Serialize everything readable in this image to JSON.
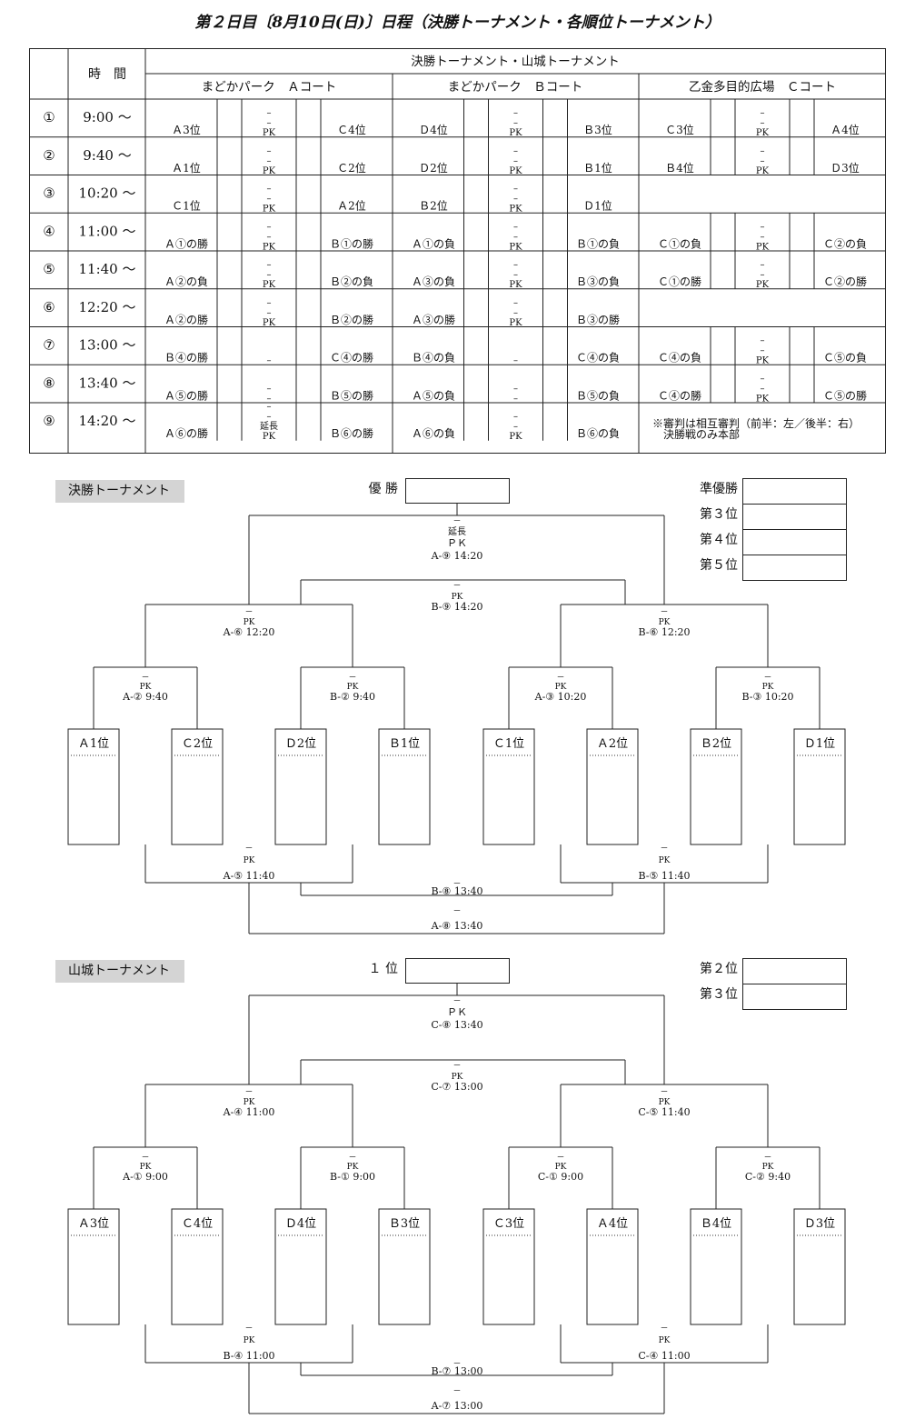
{
  "title": "第２日目〔8月10日(日)〕日程（決勝トーナメント・各順位トーナメント）",
  "schedule": {
    "header": {
      "time_label": "時　間",
      "group_label": "決勝トーナメント・山城トーナメント",
      "courts": [
        "まどかパーク　Ａコート",
        "まどかパーク　Ｂコート",
        "乙金多目的広場　Ｃコート"
      ]
    },
    "rows": [
      {
        "no": "①",
        "time": "9:00 ～",
        "matches": [
          {
            "l": "Ａ3位",
            "r": "Ｃ4位",
            "dash": 2,
            "mid": "PK"
          },
          {
            "l": "Ｄ4位",
            "r": "Ｂ3位",
            "dash": 2,
            "mid": "PK"
          },
          {
            "l": "Ｃ3位",
            "r": "Ａ4位",
            "dash": 2,
            "mid": "PK"
          }
        ]
      },
      {
        "no": "②",
        "time": "9:40 ～",
        "matches": [
          {
            "l": "Ａ1位",
            "r": "Ｃ2位",
            "dash": 2,
            "mid": "PK"
          },
          {
            "l": "Ｄ2位",
            "r": "Ｂ1位",
            "dash": 2,
            "mid": "PK"
          },
          {
            "l": "Ｂ4位",
            "r": "Ｄ3位",
            "dash": 2,
            "mid": "PK"
          }
        ]
      },
      {
        "no": "③",
        "time": "10:20 ～",
        "matches": [
          {
            "l": "Ｃ1位",
            "r": "Ａ2位",
            "dash": 2,
            "mid": "PK"
          },
          {
            "l": "Ｂ2位",
            "r": "Ｄ1位",
            "dash": 2,
            "mid": "PK"
          },
          null
        ]
      },
      {
        "no": "④",
        "time": "11:00 ～",
        "matches": [
          {
            "l": "Ａ①の勝",
            "r": "Ｂ①の勝",
            "dash": 2,
            "mid": "PK"
          },
          {
            "l": "Ａ①の負",
            "r": "Ｂ①の負",
            "dash": 2,
            "mid": "PK"
          },
          {
            "l": "Ｃ①の負",
            "r": "Ｃ②の負",
            "dash": 2,
            "mid": "PK"
          }
        ]
      },
      {
        "no": "⑤",
        "time": "11:40 ～",
        "matches": [
          {
            "l": "Ａ②の負",
            "r": "Ｂ②の負",
            "dash": 2,
            "mid": "PK"
          },
          {
            "l": "Ａ③の負",
            "r": "Ｂ③の負",
            "dash": 2,
            "mid": "PK"
          },
          {
            "l": "Ｃ①の勝",
            "r": "Ｃ②の勝",
            "dash": 2,
            "mid": "PK"
          }
        ]
      },
      {
        "no": "⑥",
        "time": "12:20 ～",
        "matches": [
          {
            "l": "Ａ②の勝",
            "r": "Ｂ②の勝",
            "dash": 2,
            "mid": "PK"
          },
          {
            "l": "Ａ③の勝",
            "r": "Ｂ③の勝",
            "dash": 2,
            "mid": "PK"
          },
          null
        ]
      },
      {
        "no": "⑦",
        "time": "13:00 ～",
        "matches": [
          {
            "l": "Ｂ④の勝",
            "r": "Ｃ④の勝",
            "dash": 1,
            "mid": ""
          },
          {
            "l": "Ｂ④の負",
            "r": "Ｃ④の負",
            "dash": 1,
            "mid": ""
          },
          {
            "l": "Ｃ④の負",
            "r": "Ｃ⑤の負",
            "dash": 2,
            "mid": "PK"
          }
        ]
      },
      {
        "no": "⑧",
        "time": "13:40 ～",
        "matches": [
          {
            "l": "Ａ⑤の勝",
            "r": "Ｂ⑤の勝",
            "dash": 2,
            "mid": ""
          },
          {
            "l": "Ａ⑤の負",
            "r": "Ｂ⑤の負",
            "dash": 2,
            "mid": ""
          },
          {
            "l": "Ｃ④の勝",
            "r": "Ｃ⑤の勝",
            "dash": 2,
            "mid": "PK"
          }
        ]
      },
      {
        "no": "⑨",
        "time": "14:20 ～",
        "matches": [
          {
            "l": "Ａ⑥の勝",
            "r": "Ｂ⑥の勝",
            "dash": 2,
            "mid": "延長\nPK"
          },
          {
            "l": "Ａ⑥の負",
            "r": "Ｂ⑥の負",
            "dash": 2,
            "mid": "PK"
          },
          null
        ]
      }
    ],
    "note": [
      "※審判は相互審判（前半：左／後半：右）",
      "決勝戦のみ本部"
    ]
  },
  "brackets": [
    {
      "label": "決勝トーナメント",
      "champion_label": "優 勝",
      "ranks": [
        "準優勝",
        "第３位",
        "第４位",
        "第５位"
      ],
      "teams": [
        "Ａ1位",
        "Ｃ2位",
        "Ｄ2位",
        "Ｂ1位",
        "Ｃ1位",
        "Ａ2位",
        "Ｂ2位",
        "Ｄ1位"
      ],
      "r1": [
        {
          "dash": "－",
          "pk": "PK",
          "code": "A-② 9:40"
        },
        {
          "dash": "－",
          "pk": "PK",
          "code": "B-② 9:40"
        },
        {
          "dash": "－",
          "pk": "PK",
          "code": "A-③ 10:20"
        },
        {
          "dash": "－",
          "pk": "PK",
          "code": "B-③ 10:20"
        }
      ],
      "sf": [
        {
          "dash": "－",
          "pk": "PK",
          "code": "A-⑥ 12:20"
        },
        {
          "dash": "－",
          "pk": "PK",
          "code": "B-⑥ 12:20"
        }
      ],
      "third": {
        "dash": "－",
        "pk": "PK",
        "code": "B-⑨ 14:20"
      },
      "final": {
        "dash": "－",
        "ext": "延長",
        "pk": "ＰＫ",
        "code": "A-⑨ 14:20"
      },
      "lr1": [
        {
          "dash": "－",
          "pk": "PK",
          "code": "A-⑤ 11:40"
        },
        {
          "dash": "－",
          "pk": "PK",
          "code": "B-⑤ 11:40"
        }
      ],
      "lmid": {
        "dash": "－",
        "code": "B-⑧ 13:40"
      },
      "lbot": {
        "dash": "－",
        "code": "A-⑧ 13:40"
      }
    },
    {
      "label": "山城トーナメント",
      "champion_label": "１ 位",
      "ranks": [
        "第２位",
        "第３位"
      ],
      "teams": [
        "Ａ3位",
        "Ｃ4位",
        "Ｄ4位",
        "Ｂ3位",
        "Ｃ3位",
        "Ａ4位",
        "Ｂ4位",
        "Ｄ3位"
      ],
      "r1": [
        {
          "dash": "－",
          "pk": "PK",
          "code": "A-① 9:00"
        },
        {
          "dash": "－",
          "pk": "PK",
          "code": "B-① 9:00"
        },
        {
          "dash": "－",
          "pk": "PK",
          "code": "C-① 9:00"
        },
        {
          "dash": "－",
          "pk": "PK",
          "code": "C-② 9:40"
        }
      ],
      "sf": [
        {
          "dash": "－",
          "pk": "PK",
          "code": "A-④ 11:00"
        },
        {
          "dash": "－",
          "pk": "PK",
          "code": "C-⑤ 11:40"
        }
      ],
      "third": {
        "dash": "－",
        "pk": "PK",
        "code": "C-⑦ 13:00"
      },
      "final": {
        "dash": "－",
        "ext": "",
        "pk": "ＰＫ",
        "code": "C-⑧ 13:40"
      },
      "lr1": [
        {
          "dash": "－",
          "pk": "PK",
          "code": "B-④ 11:00"
        },
        {
          "dash": "－",
          "pk": "PK",
          "code": "C-④ 11:00"
        }
      ],
      "lmid": {
        "dash": "－",
        "code": "B-⑦ 13:00"
      },
      "lbot": {
        "dash": "－",
        "code": "A-⑦ 13:00"
      }
    }
  ]
}
